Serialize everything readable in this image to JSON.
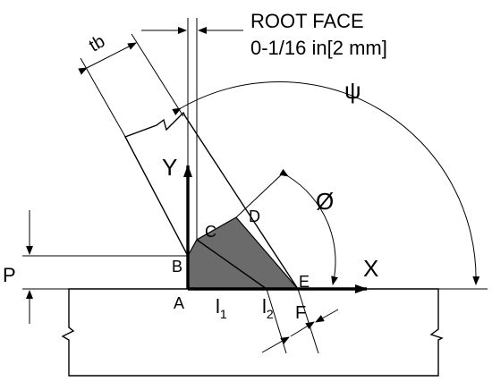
{
  "labels": {
    "root_face_title": "ROOT FACE",
    "root_face_value": "0-1/16 in[2 mm]",
    "tb": "tb",
    "psi": "ψ",
    "phi": "Ø",
    "y_axis": "Y",
    "x_axis": "X",
    "p": "P",
    "a": "A",
    "b": "B",
    "c": "C",
    "d": "D",
    "e": "E",
    "f": "F",
    "l1_letter": "l",
    "l1_sub": "1",
    "l2_letter": "l",
    "l2_sub": "2"
  },
  "colors": {
    "weld_fill": "#6b6b6b",
    "line": "#000000",
    "background": "#ffffff"
  }
}
